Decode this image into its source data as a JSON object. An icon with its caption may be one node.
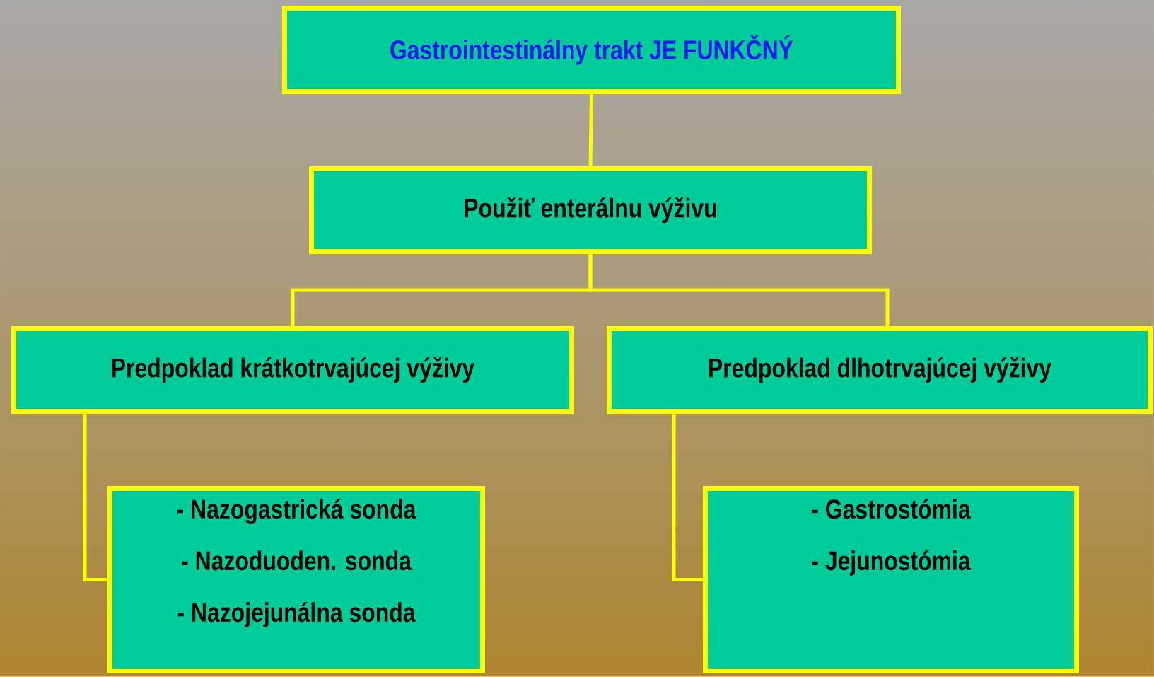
{
  "diagram": {
    "nodes": [
      {
        "text": [
          "Gastrointestinálny trakt JE FUNKČNÝ"
        ]
      },
      {
        "text": [
          "Použiť enterálnu výživu"
        ]
      },
      {
        "text": [
          "Predpoklad krátkotrvajúcej výživy"
        ]
      },
      {
        "text": [
          "Predpoklad dlhotrvajúcej výživy"
        ]
      },
      {
        "text": [
          "- Nazogastrická sonda",
          "- Nazoduoden. sonda",
          "- Nazojejunálna sonda"
        ]
      },
      {
        "text": [
          "- Gastrostómia",
          "- Jejunostómia"
        ]
      }
    ],
    "edges": [
      {
        "from": 0,
        "to": 1,
        "arrow": "none"
      },
      {
        "from": 1,
        "to": 2,
        "arrow": "none"
      },
      {
        "from": 1,
        "to": 3,
        "arrow": "none"
      },
      {
        "from": 2,
        "to": 4,
        "arrow": "none"
      },
      {
        "from": 3,
        "to": 5,
        "arrow": "none"
      }
    ]
  }
}
